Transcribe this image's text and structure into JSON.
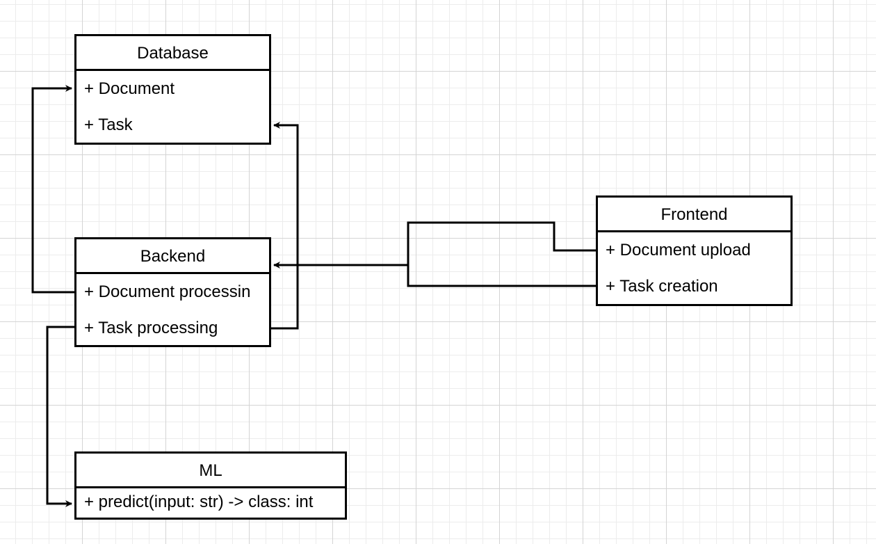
{
  "diagram": {
    "database": {
      "title": "Database",
      "attributes": [
        "+ Document",
        "+ Task"
      ]
    },
    "backend": {
      "title": "Backend",
      "attributes": [
        "+ Document processin",
        "+ Task processing"
      ]
    },
    "frontend": {
      "title": "Frontend",
      "attributes": [
        "+ Document upload",
        "+ Task creation"
      ]
    },
    "ml": {
      "title": "ML",
      "attributes": [
        "+ predict(input: str) -> class: int"
      ]
    },
    "connectors": [
      {
        "from": "backend.document-processin",
        "to": "database.document"
      },
      {
        "from": "backend.task-processing",
        "to": "database.task"
      },
      {
        "from": "backend.task-processing",
        "to": "ml.predict"
      },
      {
        "from": "frontend.document-upload",
        "to": "backend"
      },
      {
        "from": "frontend.task-creation",
        "to": "backend"
      }
    ]
  }
}
